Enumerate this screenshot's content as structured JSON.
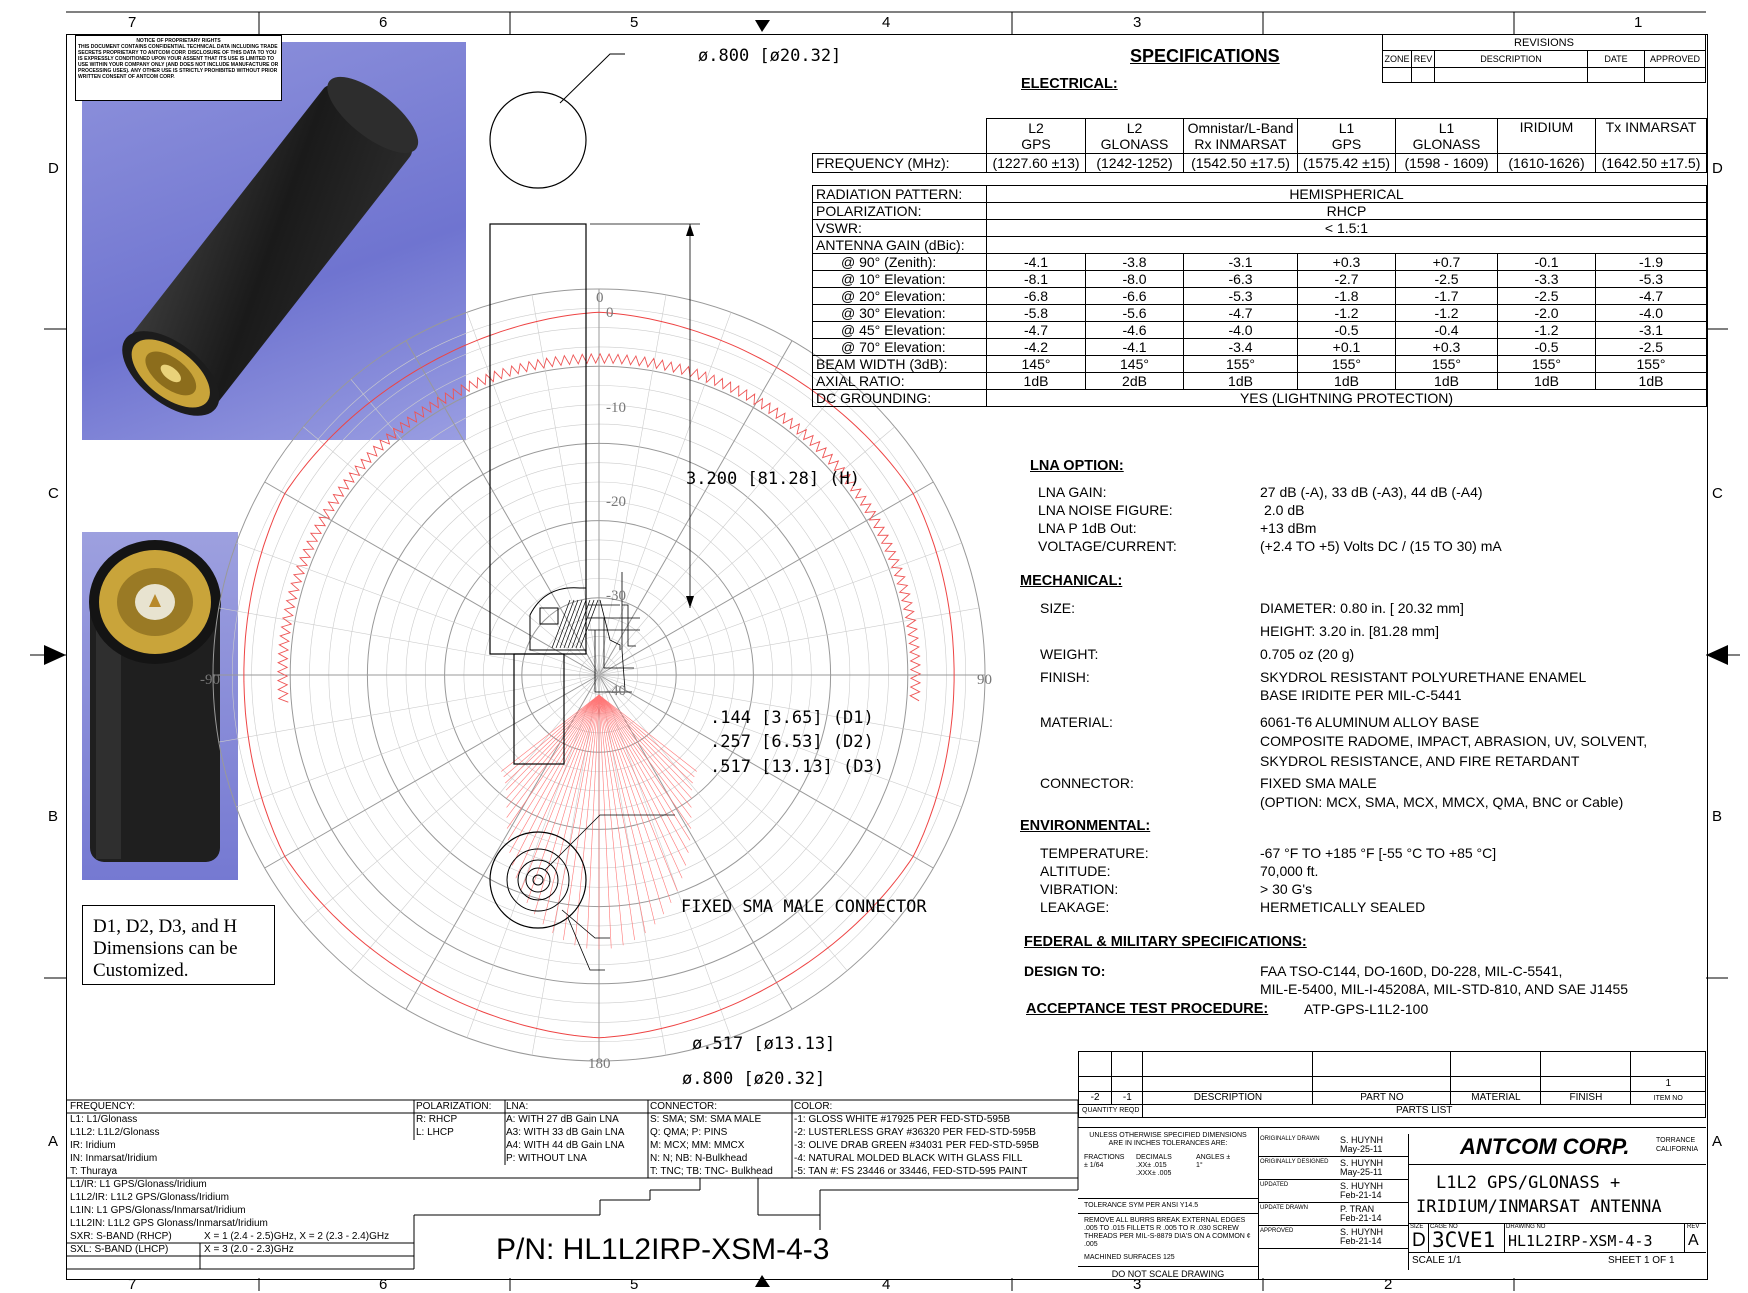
{
  "zones": {
    "top_numbers": [
      "7",
      "6",
      "5",
      "4",
      "3",
      "2",
      "1"
    ],
    "letters": [
      "D",
      "C",
      "B",
      "A"
    ]
  },
  "notice": {
    "heading": "NOTICE OF PROPRIETARY RIGHTS",
    "text": "THIS DOCUMENT CONTAINS CONFIDENTIAL TECHNICAL DATA INCLUDING TRADE SECRETS PROPRIETARY TO ANTCOM CORP. DISCLOSURE OF THIS DATA TO YOU IS EXPRESSLY CONDITIONED UPON YOUR ASSENT THAT ITS USE IS LIMITED TO USE WITHIN YOUR COMPANY ONLY (AND DOES NOT INCLUDE MANUFACTURE OR PROCESSING USES). ANY OTHER USE IS STRICTLY PROHIBITED WITHOUT PRIOR WRITTEN CONSENT OF ANTCOM CORP."
  },
  "custom_note": "D1, D2, D3, and H Dimensions can be Customized.",
  "drawing": {
    "dia_top": "ø.800 [ø20.32]",
    "height": "3.200 [81.28] (H)",
    "d1": ".144 [3.65] (D1)",
    "d2": ".257 [6.53] (D2)",
    "d3": ".517 [13.13] (D3)",
    "connector": "FIXED SMA MALE CONNECTOR",
    "dia_inner": "ø.517 [ø13.13]",
    "dia_outer": "ø.800 [ø20.32]",
    "polar_labels": {
      "top": "0",
      "top2": "0",
      "r10": "-10",
      "r20": "-20",
      "r30": "-30",
      "r40": "-40",
      "left": "-90",
      "right": "90",
      "bottom": "180"
    }
  },
  "revisions": {
    "title": "REVISIONS",
    "headers": [
      "ZONE",
      "REV",
      "DESCRIPTION",
      "DATE",
      "APPROVED"
    ]
  },
  "specs": {
    "title": "SPECIFICATIONS",
    "electrical": "ELECTRICAL:",
    "columns": [
      {
        "l1": "L2",
        "l2": "GPS",
        "freq": "(1227.60 ±13)"
      },
      {
        "l1": "L2",
        "l2": "GLONASS",
        "freq": "(1242-1252)"
      },
      {
        "l1": "Omnistar/L-Band",
        "l2": "Rx INMARSAT",
        "freq": "(1542.50 ±17.5)"
      },
      {
        "l1": "L1",
        "l2": "GPS",
        "freq": "(1575.42 ±15)"
      },
      {
        "l1": "L1",
        "l2": "GLONASS",
        "freq": "(1598 - 1609)"
      },
      {
        "l1": "IRIDIUM",
        "l2": "",
        "freq": "(1610-1626)"
      },
      {
        "l1": "Tx INMARSAT",
        "l2": "",
        "freq": "(1642.50 ±17.5)"
      }
    ],
    "freq_label": "FREQUENCY (MHz):",
    "radiation_label": "RADIATION PATTERN:",
    "radiation": "HEMISPHERICAL",
    "polarization_label": "POLARIZATION:",
    "polarization": "RHCP",
    "vswr_label": "VSWR:",
    "vswr": "< 1.5:1",
    "gain_label": "ANTENNA GAIN (dBic):",
    "gain_rows": [
      {
        "label": "@ 90° (Zenith):",
        "v": [
          "-4.1",
          "-3.8",
          "-3.1",
          "+0.3",
          "+0.7",
          "-0.1",
          "-1.9"
        ]
      },
      {
        "label": "@ 10° Elevation:",
        "v": [
          "-8.1",
          "-8.0",
          "-6.3",
          "-2.7",
          "-2.5",
          "-3.3",
          "-5.3"
        ]
      },
      {
        "label": "@ 20° Elevation:",
        "v": [
          "-6.8",
          "-6.6",
          "-5.3",
          "-1.8",
          "-1.7",
          "-2.5",
          "-4.7"
        ]
      },
      {
        "label": "@ 30° Elevation:",
        "v": [
          "-5.8",
          "-5.6",
          "-4.7",
          "-1.2",
          "-1.2",
          "-2.0",
          "-4.0"
        ]
      },
      {
        "label": "@ 45° Elevation:",
        "v": [
          "-4.7",
          "-4.6",
          "-4.0",
          "-0.5",
          "-0.4",
          "-1.2",
          "-3.1"
        ]
      },
      {
        "label": "@ 70° Elevation:",
        "v": [
          "-4.2",
          "-4.1",
          "-3.4",
          "+0.1",
          "+0.3",
          "-0.5",
          "-2.5"
        ]
      }
    ],
    "beam_label": "BEAM WIDTH (3dB):",
    "beam": [
      "145°",
      "145°",
      "155°",
      "155°",
      "155°",
      "155°",
      "155°"
    ],
    "axial_label": "AXIAL RATIO:",
    "axial": [
      "1dB",
      "2dB",
      "1dB",
      "1dB",
      "1dB",
      "1dB",
      "1dB"
    ],
    "dc_label": "DC GROUNDING:",
    "dc": "YES (LIGHTNING PROTECTION)"
  },
  "lna": {
    "title": "LNA OPTION:",
    "rows": [
      {
        "k": "LNA GAIN:",
        "v": "27 dB (-A), 33 dB (-A3), 44 dB (-A4)"
      },
      {
        "k": "LNA NOISE FIGURE:",
        "v": "2.0 dB"
      },
      {
        "k": "LNA P 1dB Out:",
        "v": "+13 dBm"
      },
      {
        "k": "VOLTAGE/CURRENT:",
        "v": "(+2.4 TO +5) Volts DC / (15 TO 30) mA"
      }
    ]
  },
  "mech": {
    "title": "MECHANICAL:",
    "size_k": "SIZE:",
    "size_v1": "DIAMETER: 0.80 in. [ 20.32 mm]",
    "size_v2": "HEIGHT:   3.20 in. [81.28 mm]",
    "weight_k": "WEIGHT:",
    "weight_v": "0.705 oz (20 g)",
    "finish_k": "FINISH:",
    "finish_v1": "SKYDROL RESISTANT POLYURETHANE ENAMEL",
    "finish_v2": "BASE IRIDITE PER MIL-C-5441",
    "material_k": "MATERIAL:",
    "material_v1": "6061-T6 ALUMINUM ALLOY BASE",
    "material_v2": "COMPOSITE  RADOME, IMPACT, ABRASION, UV, SOLVENT,",
    "material_v3": "SKYDROL RESISTANCE, AND FIRE RETARDANT",
    "connector_k": "CONNECTOR:",
    "connector_v1": "FIXED SMA MALE",
    "connector_v2": "(OPTION: MCX, SMA, MCX, MMCX, QMA, BNC or Cable)"
  },
  "env": {
    "title": "ENVIRONMENTAL:",
    "rows": [
      {
        "k": "TEMPERATURE:",
        "v": "-67 °F TO +185 °F [-55 °C TO +85 °C]"
      },
      {
        "k": "ALTITUDE:",
        "v": "70,000 ft."
      },
      {
        "k": "VIBRATION:",
        "v": "> 30 G's"
      },
      {
        "k": "LEAKAGE:",
        "v": "HERMETICALLY   SEALED"
      }
    ]
  },
  "federal": {
    "title": "FEDERAL & MILITARY SPECIFICATIONS:",
    "design_k": "DESIGN TO:",
    "design_v1": "FAA TSO-C144, DO-160D, D0-228, MIL-C-5541,",
    "design_v2": "MIL-E-5400, MIL-I-45208A, MIL-STD-810, AND SAE J1455",
    "atp_k": "ACCEPTANCE TEST PROCEDURE:",
    "atp_v": "ATP-GPS-L1L2-100"
  },
  "options": {
    "frequency": [
      "FREQUENCY:",
      "L1: L1/Glonass",
      "L1L2: L1L2/Glonass",
      "IR: Iridium",
      "IN: Inmarsat/Iridium",
      "T: Thuraya",
      "L1/IR: L1 GPS/Glonass/Iridium",
      "L1L2/IR: L1L2 GPS/Glonass/Iridium",
      "L1IN: L1 GPS/Glonass/Inmarsat/Iridium",
      "L1L2IN: L1L2 GPS Glonass/Inmarsat/Iridium"
    ],
    "sband1_k": "SXR: S-BAND (RHCP)",
    "sband1_v": "X = 1 (2.4 - 2.5)GHz, X = 2 (2.3 - 2.4)GHz",
    "sband2_k": "SXL: S-BAND (LHCP)",
    "sband2_v": "X = 3 (2.0 - 2.3)GHz",
    "polarization": [
      "POLARIZATION:",
      "R: RHCP",
      "L: LHCP"
    ],
    "lna": [
      "LNA:",
      "A: WITH 27 dB Gain LNA",
      "A3: WITH 33 dB Gain LNA",
      "A4: WITH 44 dB Gain LNA",
      "P: WITHOUT LNA"
    ],
    "connector": [
      "CONNECTOR:",
      "S: SMA; SM: SMA MALE",
      "Q: QMA; P: PINS",
      "M: MCX; MM: MMCX",
      "N: N; NB: N-Bulkhead",
      "T: TNC; TB: TNC- Bulkhead"
    ],
    "color": [
      "COLOR:",
      "-1: GLOSS WHITE #17925 PER FED-STD-595B",
      "-2: LUSTERLESS GRAY #36320 PER FED-STD-595B",
      "-3: OLIVE DRAB GREEN #34031 PER FED-STD-595B",
      "-4: NATURAL MOLDED BLACK WITH GLASS FILL",
      "-5: TAN #: FS 23446 or 33446, FED-STD-595 PAINT"
    ]
  },
  "pn": "P/N: HL1L2IRP-XSM-4-3",
  "parts": {
    "headers": [
      "-2",
      "-1",
      "DESCRIPTION",
      "PART NO",
      "MATERIAL",
      "FINISH",
      "ITEM NO"
    ],
    "qty": "QUANTITY REQD",
    "title": "PARTS LIST",
    "item": "1"
  },
  "titleblock": {
    "tol1": "UNLESS OTHERWISE SPECIFIED DIMENSIONS ARE IN INCHES TOLERANCES ARE:",
    "tol_frac": "FRACTIONS ± 1/64",
    "tol_dec": "DECIMALS .XX± .015 .XXX± .005",
    "tol_ang": "ANGLES ± 1°",
    "tol2": "TOLERANCE SYM PER ANSI Y14.5",
    "tol3": "REMOVE ALL BURRS BREAK EXTERNAL EDGES .005 TO .015 FILLETS R .005 TO R .030 SCREW THREADS PER MIL-S-8879 DIA'S ON A COMMON ¢ .005",
    "tol4": "MACHINED SURFACES 125",
    "noscale": "DO NOT SCALE DRAWING",
    "sign": [
      {
        "k": "ORIGINALLY DRAWN",
        "n": "S. HUYNH",
        "d": "May-25-11"
      },
      {
        "k": "ORIGINALLY DESIGNED",
        "n": "S. HUYNH",
        "d": "May-25-11"
      },
      {
        "k": "UPDATED",
        "n": "S. HUYNH",
        "d": "Feb-21-14"
      },
      {
        "k": "UPDATE DRAWN",
        "n": "P. TRAN",
        "d": "Feb-21-14"
      },
      {
        "k": "APPROVED",
        "n": "S. HUYNH",
        "d": "Feb-21-14"
      }
    ],
    "company": "ANTCOM CORP.",
    "city": "TORRANCE CALIFORNIA",
    "title1": "L1L2 GPS/GLONASS +",
    "title2": "IRIDIUM/INMARSAT ANTENNA",
    "size_k": "SIZE",
    "size": "D",
    "cage_k": "CAGE NO",
    "cage": "3CVE1",
    "dwg_k": "DRAWING NO",
    "dwg": "HL1L2IRP-XSM-4-3",
    "rev_k": "REV",
    "rev": "A",
    "scale": "SCALE  1/1",
    "sheet": "SHEET   1   OF   1"
  }
}
